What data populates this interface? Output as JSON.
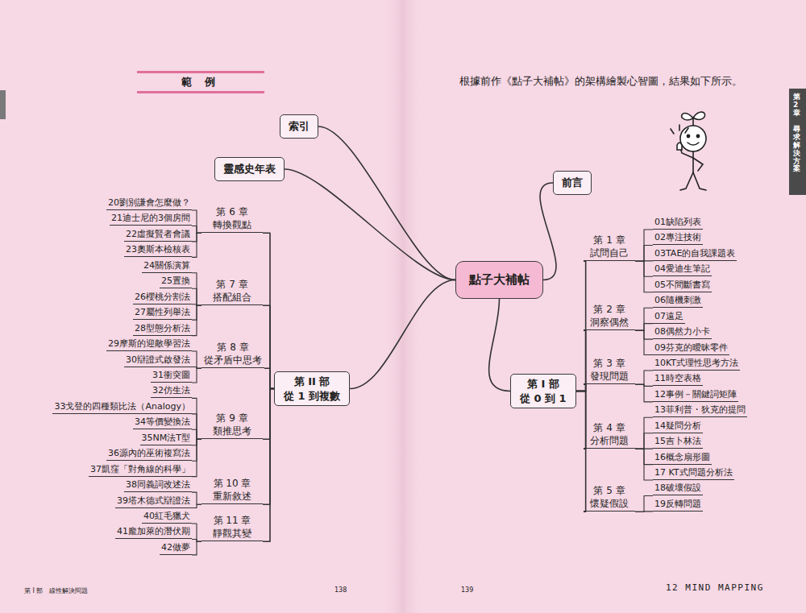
{
  "diagram": {
    "title": "範 例",
    "nodes": [
      {
        "text": [
          "索引"
        ]
      },
      {
        "text": [
          "靈感史年表"
        ]
      },
      {
        "text": [
          "第 6 章",
          "轉換觀點"
        ]
      },
      {
        "text": [
          "20劉別謙會怎麼做？"
        ]
      },
      {
        "text": [
          "21迪士尼的3個房間"
        ]
      },
      {
        "text": [
          "22虛擬賢者會議"
        ]
      },
      {
        "text": [
          "23奧斯本檢核表"
        ]
      },
      {
        "text": [
          "第 7 章",
          "搭配組合"
        ]
      },
      {
        "text": [
          "24關係演算"
        ]
      },
      {
        "text": [
          "25置換"
        ]
      },
      {
        "text": [
          "26櫻桃分割法"
        ]
      },
      {
        "text": [
          "27屬性列舉法"
        ]
      },
      {
        "text": [
          "28型態分析法"
        ]
      },
      {
        "text": [
          "第 8 章",
          "從矛盾中思考"
        ]
      },
      {
        "text": [
          "29摩斯的迎敵學習法"
        ]
      },
      {
        "text": [
          "30辯證式啟發法"
        ]
      },
      {
        "text": [
          "31衝突圖"
        ]
      },
      {
        "text": [
          "第 9 章",
          "類推思考"
        ]
      },
      {
        "text": [
          "32仿生法"
        ]
      },
      {
        "text": [
          "33戈登的四種類比法（Analogy）"
        ]
      },
      {
        "text": [
          "34等價變換法"
        ]
      },
      {
        "text": [
          "35NM法T型"
        ]
      },
      {
        "text": [
          "36源內的巫術複寫法"
        ]
      },
      {
        "text": [
          "37凱窪「對角線的科學」"
        ]
      },
      {
        "text": [
          "第 10 章",
          "重新敘述"
        ]
      },
      {
        "text": [
          "38同義詞改述法"
        ]
      },
      {
        "text": [
          "39塔木德式辯證法"
        ]
      },
      {
        "text": [
          "第 11 章",
          "靜觀其變"
        ]
      },
      {
        "text": [
          "40紅毛獵犬"
        ]
      },
      {
        "text": [
          "41龐加萊的潛伏期"
        ]
      },
      {
        "text": [
          "42做夢"
        ]
      },
      {
        "text": [
          "第 II 部",
          "從 1 到複數"
        ]
      },
      {
        "text": [
          "前言"
        ]
      },
      {
        "text": [
          "點子大補帖"
        ]
      },
      {
        "text": [
          "第 I 部",
          "從 0 到 1"
        ]
      },
      {
        "text": [
          "第 1 章",
          "試問自己"
        ]
      },
      {
        "text": [
          "01缺陷列表"
        ]
      },
      {
        "text": [
          "02專注技術"
        ]
      },
      {
        "text": [
          "03TAE的自我課題表"
        ]
      },
      {
        "text": [
          "04愛迪生筆記"
        ]
      },
      {
        "text": [
          "05不間斷書寫"
        ]
      },
      {
        "text": [
          "第 2 章",
          "洞察偶然"
        ]
      },
      {
        "text": [
          "06隨機刺激"
        ]
      },
      {
        "text": [
          "07遠足"
        ]
      },
      {
        "text": [
          "08偶然力小卡"
        ]
      },
      {
        "text": [
          "09芬克的曖昧零件"
        ]
      },
      {
        "text": [
          "第 3 章",
          "發現問題"
        ]
      },
      {
        "text": [
          "10KT式理性思考方法"
        ]
      },
      {
        "text": [
          "11時空表格"
        ]
      },
      {
        "text": [
          "12事例－關鍵詞矩陣"
        ]
      },
      {
        "text": [
          "第 4 章",
          "分析問題"
        ]
      },
      {
        "text": [
          "13菲利普・狄克的提問"
        ]
      },
      {
        "text": [
          "14疑問分析"
        ]
      },
      {
        "text": [
          "15吉卜林法"
        ]
      },
      {
        "text": [
          "16概念扇形圖"
        ]
      },
      {
        "text": [
          "17 KT式問題分析法"
        ]
      },
      {
        "text": [
          "第 5 章",
          "懷疑假設"
        ]
      },
      {
        "text": [
          "18破壞假設"
        ]
      },
      {
        "text": [
          "19反轉問題"
        ]
      }
    ],
    "edges": [
      {
        "from": 33,
        "to": 32,
        "arrow": "none"
      },
      {
        "from": 33,
        "to": 34,
        "arrow": "none"
      },
      {
        "from": 33,
        "to": 31,
        "arrow": "none"
      },
      {
        "from": 33,
        "to": 0,
        "arrow": "none"
      },
      {
        "from": 33,
        "to": 1,
        "arrow": "none"
      },
      {
        "from": 34,
        "to": 35,
        "arrow": "none"
      },
      {
        "from": 34,
        "to": 41,
        "arrow": "none"
      },
      {
        "from": 34,
        "to": 46,
        "arrow": "none"
      },
      {
        "from": 34,
        "to": 50,
        "arrow": "none"
      },
      {
        "from": 34,
        "to": 56,
        "arrow": "none"
      },
      {
        "from": 35,
        "to": 36,
        "arrow": "none"
      },
      {
        "from": 35,
        "to": 37,
        "arrow": "none"
      },
      {
        "from": 35,
        "to": 38,
        "arrow": "none"
      },
      {
        "from": 35,
        "to": 39,
        "arrow": "none"
      },
      {
        "from": 35,
        "to": 40,
        "arrow": "none"
      },
      {
        "from": 41,
        "to": 42,
        "arrow": "none"
      },
      {
        "from": 41,
        "to": 43,
        "arrow": "none"
      },
      {
        "from": 41,
        "to": 44,
        "arrow": "none"
      },
      {
        "from": 41,
        "to": 45,
        "arrow": "none"
      },
      {
        "from": 46,
        "to": 47,
        "arrow": "none"
      },
      {
        "from": 46,
        "to": 48,
        "arrow": "none"
      },
      {
        "from": 46,
        "to": 49,
        "arrow": "none"
      },
      {
        "from": 50,
        "to": 51,
        "arrow": "none"
      },
      {
        "from": 50,
        "to": 52,
        "arrow": "none"
      },
      {
        "from": 50,
        "to": 53,
        "arrow": "none"
      },
      {
        "from": 50,
        "to": 54,
        "arrow": "none"
      },
      {
        "from": 50,
        "to": 55,
        "arrow": "none"
      },
      {
        "from": 56,
        "to": 57,
        "arrow": "none"
      },
      {
        "from": 56,
        "to": 58,
        "arrow": "none"
      },
      {
        "from": 31,
        "to": 2,
        "arrow": "none"
      },
      {
        "from": 31,
        "to": 7,
        "arrow": "none"
      },
      {
        "from": 31,
        "to": 13,
        "arrow": "none"
      },
      {
        "from": 31,
        "to": 17,
        "arrow": "none"
      },
      {
        "from": 31,
        "to": 24,
        "arrow": "none"
      },
      {
        "from": 31,
        "to": 27,
        "arrow": "none"
      },
      {
        "from": 2,
        "to": 3,
        "arrow": "none"
      },
      {
        "from": 2,
        "to": 4,
        "arrow": "none"
      },
      {
        "from": 2,
        "to": 5,
        "arrow": "none"
      },
      {
        "from": 2,
        "to": 6,
        "arrow": "none"
      },
      {
        "from": 7,
        "to": 8,
        "arrow": "none"
      },
      {
        "from": 7,
        "to": 9,
        "arrow": "none"
      },
      {
        "from": 7,
        "to": 10,
        "arrow": "none"
      },
      {
        "from": 7,
        "to": 11,
        "arrow": "none"
      },
      {
        "from": 7,
        "to": 12,
        "arrow": "none"
      },
      {
        "from": 13,
        "to": 14,
        "arrow": "none"
      },
      {
        "from": 13,
        "to": 15,
        "arrow": "none"
      },
      {
        "from": 13,
        "to": 16,
        "arrow": "none"
      },
      {
        "from": 17,
        "to": 18,
        "arrow": "none"
      },
      {
        "from": 17,
        "to": 19,
        "arrow": "none"
      },
      {
        "from": 17,
        "to": 20,
        "arrow": "none"
      },
      {
        "from": 17,
        "to": 21,
        "arrow": "none"
      },
      {
        "from": 17,
        "to": 22,
        "arrow": "none"
      },
      {
        "from": 17,
        "to": 23,
        "arrow": "none"
      },
      {
        "from": 24,
        "to": 25,
        "arrow": "none"
      },
      {
        "from": 24,
        "to": 26,
        "arrow": "none"
      },
      {
        "from": 27,
        "to": 28,
        "arrow": "none"
      },
      {
        "from": 27,
        "to": 29,
        "arrow": "none"
      },
      {
        "from": 27,
        "to": 30,
        "arrow": "none"
      }
    ],
    "labels": [
      "根據前作《點子大補帖》的架構繪製心智圖，結果如下所示。",
      "第2章",
      "尋求解決方案",
      "第 I 部　線性解決問題",
      "138",
      "139",
      "12 MIND MAPPING"
    ]
  }
}
